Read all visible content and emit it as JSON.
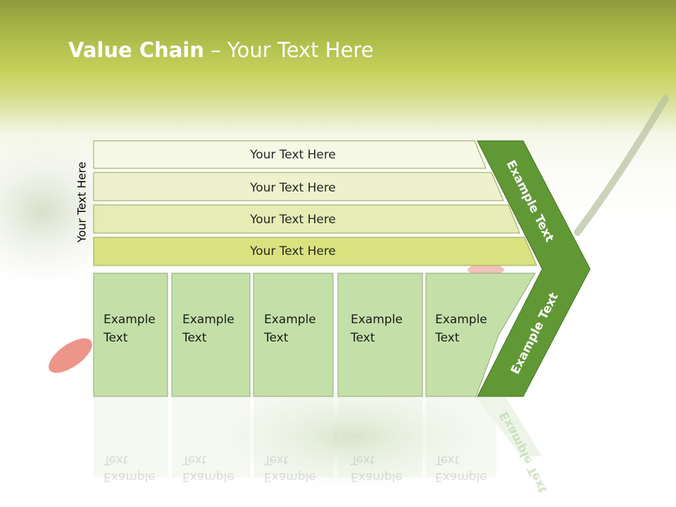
{
  "slide": {
    "title_bold": "Value Chain",
    "title_rest": " – Your Text Here",
    "vertical_label": "Your Text Here"
  },
  "support_rows": [
    {
      "label": "Your Text Here"
    },
    {
      "label": "Your Text Here"
    },
    {
      "label": "Your Text Here"
    },
    {
      "label": "Your Text Here"
    }
  ],
  "primary_boxes": [
    {
      "line1": "Example",
      "line2": "Text"
    },
    {
      "line1": "Example",
      "line2": "Text"
    },
    {
      "line1": "Example",
      "line2": "Text"
    },
    {
      "line1": "Example",
      "line2": "Text"
    },
    {
      "line1": "Example",
      "line2": "Text"
    }
  ],
  "arrow": {
    "upper_label": "Example Text",
    "lower_label": "Example Text"
  },
  "colors": {
    "row_fills": [
      "#f6f8e6",
      "#eef2cc",
      "#e5ecb4",
      "#d9e27e"
    ],
    "row_stroke": "#9aa35a",
    "box_fill": "#c4e0a8",
    "box_stroke": "#8fa87c",
    "arrow_fill": "#619836",
    "arrow_stroke": "#467226"
  }
}
